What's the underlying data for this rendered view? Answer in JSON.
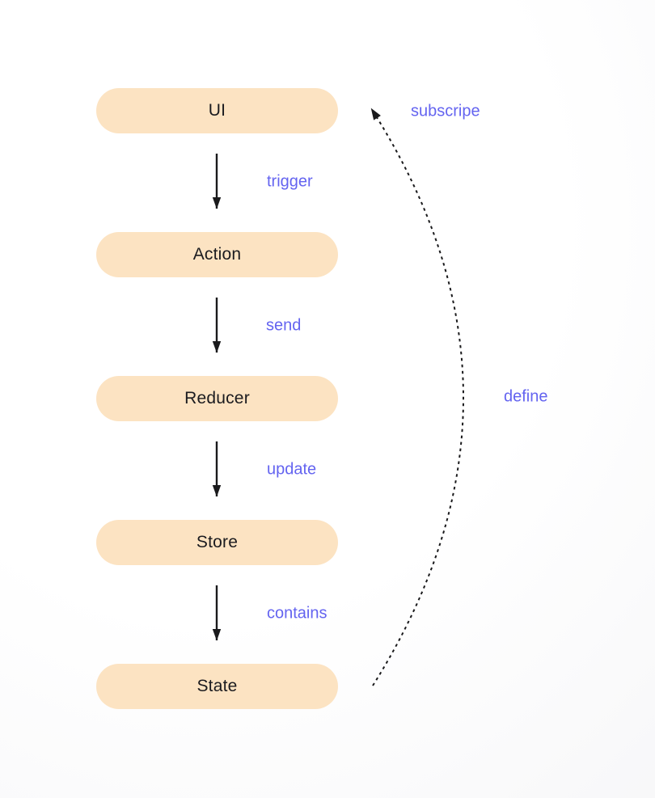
{
  "diagram": {
    "type": "flow",
    "nodes": [
      {
        "id": "ui",
        "label": "UI"
      },
      {
        "id": "action",
        "label": "Action"
      },
      {
        "id": "reducer",
        "label": "Reducer"
      },
      {
        "id": "store",
        "label": "Store"
      },
      {
        "id": "state",
        "label": "State"
      }
    ],
    "edges": [
      {
        "from": "ui",
        "to": "action",
        "label": "trigger"
      },
      {
        "from": "action",
        "to": "reducer",
        "label": "send"
      },
      {
        "from": "reducer",
        "to": "store",
        "label": "update"
      },
      {
        "from": "store",
        "to": "state",
        "label": "contains"
      }
    ],
    "feedback_edge": {
      "from": "state",
      "to": "ui",
      "style": "dashed",
      "head_label": "subscripe",
      "mid_label": "define"
    },
    "colors": {
      "node_fill": "#fce3c2",
      "node_text": "#1b1b1f",
      "edge_label": "#6464f0",
      "arrow": "#1a1a1c"
    }
  }
}
